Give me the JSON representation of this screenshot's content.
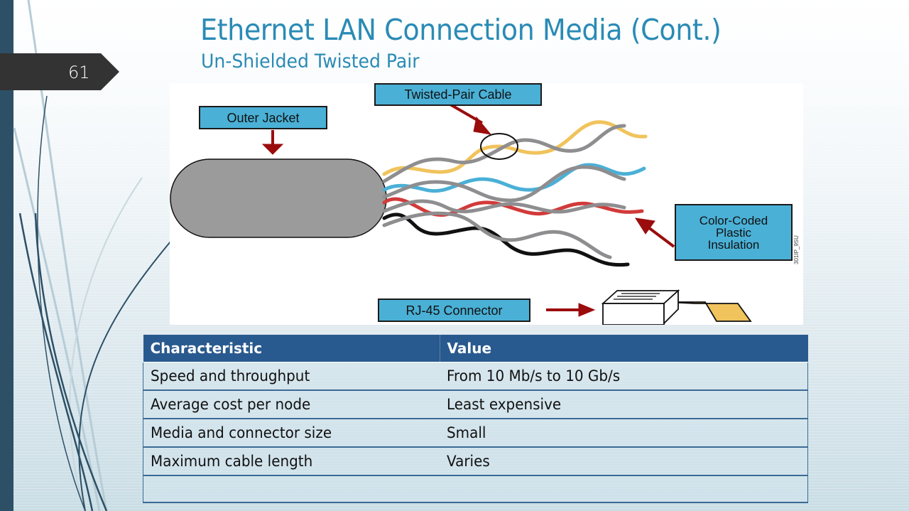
{
  "slide": {
    "page_number": "61",
    "title": "Ethernet LAN Connection Media (Cont.)",
    "subtitle": "Un-Shielded Twisted Pair"
  },
  "figure": {
    "labels": {
      "outer_jacket": "Outer Jacket",
      "twisted_pair_cable": "Twisted-Pair Cable",
      "color_coded_line1": "Color-Coded",
      "color_coded_line2": "Plastic",
      "color_coded_line3": "Insulation",
      "rj45": "RJ-45 Connector"
    },
    "figure_id": "301IP_9SU",
    "wire_colors": {
      "orange": "#f0c35c",
      "blue": "#4ab0d6",
      "red": "#d23a3a",
      "black": "#111111",
      "gray": "#8e8e90"
    },
    "jacket_color": "#9b9b9b",
    "arrow_color": "#9b0d0d",
    "callout_color": "#4ab0d6"
  },
  "table": {
    "headers": [
      "Characteristic",
      "Value"
    ],
    "rows": [
      [
        "Speed and throughput",
        "From 10 Mb/s to 10 Gb/s"
      ],
      [
        "Average cost per node",
        "Least expensive"
      ],
      [
        "Media and connector size",
        "Small"
      ],
      [
        "Maximum cable length",
        "Varies"
      ],
      [
        "",
        ""
      ]
    ]
  },
  "colors": {
    "title": "#2a8bb5",
    "header_bg": "#295a8f",
    "left_bar": "#2d5066",
    "page_tag": "#333333"
  }
}
